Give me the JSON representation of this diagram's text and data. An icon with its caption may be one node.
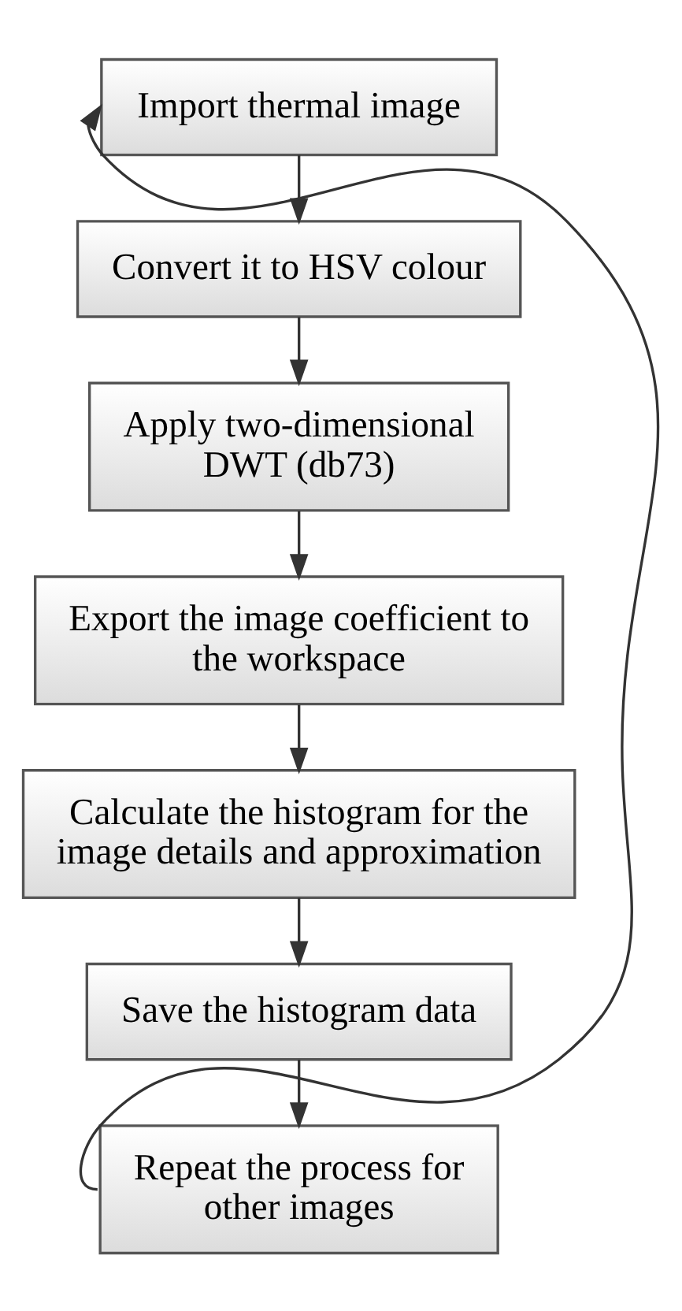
{
  "diagram": {
    "nodes": [
      {
        "text": [
          "Import thermal image"
        ]
      },
      {
        "text": [
          "Convert it to HSV colour"
        ]
      },
      {
        "text": [
          "Apply two-dimensional DWT (db73)"
        ]
      },
      {
        "text": [
          "Export the image coefficient to the workspace"
        ]
      },
      {
        "text": [
          "Calculate the histogram for the image details and approximation"
        ]
      },
      {
        "text": [
          "Save the histogram data"
        ]
      },
      {
        "text": [
          "Repeat the process for other images"
        ]
      }
    ],
    "edges": [
      {
        "from": 0,
        "to": 1,
        "arrow": "to"
      },
      {
        "from": 1,
        "to": 2,
        "arrow": "to"
      },
      {
        "from": 2,
        "to": 3,
        "arrow": "to"
      },
      {
        "from": 3,
        "to": 4,
        "arrow": "to"
      },
      {
        "from": 4,
        "to": 5,
        "arrow": "to"
      },
      {
        "from": 5,
        "to": 6,
        "arrow": "to"
      },
      {
        "from": 6,
        "to": 0,
        "arrow": "to"
      }
    ]
  }
}
